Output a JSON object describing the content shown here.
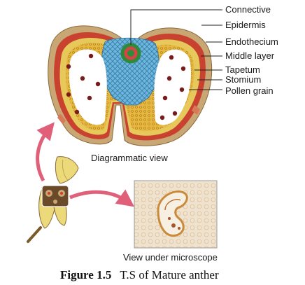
{
  "labels": {
    "connective": "Connective",
    "epidermis": "Epidermis",
    "endothecium": "Endothecium",
    "middle_layer": "Middle layer",
    "tapetum": "Tapetum",
    "stomium": "Stomium",
    "pollen_grain": "Pollen grain"
  },
  "views": {
    "diagrammatic": "Diagrammatic view",
    "microscope": "View under microscope"
  },
  "caption": {
    "number": "Figure 1.5",
    "text": "T.S of  Mature anther"
  },
  "colors": {
    "epidermis": "#c8a774",
    "endothecium": "#c9412f",
    "middle_layer": "#e6c95a",
    "tapetum": "#e7b83f",
    "connective": "#6cb7df",
    "vascular": "#2e8b3a",
    "pollen": "#7a1b1b",
    "arrow": "#e0607a",
    "stamen": "#ecd97a",
    "photo_bg": "#f0e6d6"
  }
}
